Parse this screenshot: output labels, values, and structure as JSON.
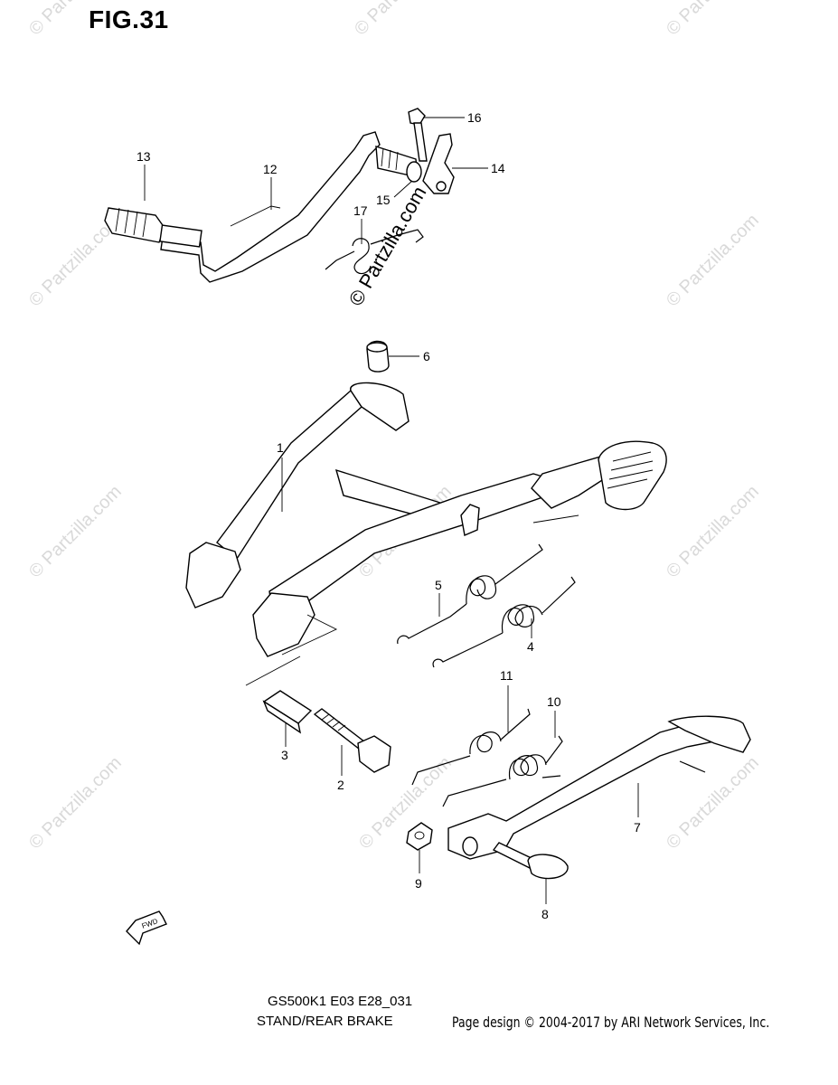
{
  "figure": {
    "title": "FIG.31"
  },
  "footer": {
    "code": "GS500K1 E03 E28_031",
    "section": "STAND/REAR BRAKE",
    "copyright": "Page design © 2004-2017 by ARI Network Services, Inc."
  },
  "watermark": {
    "text": "© Partzilla.com"
  },
  "fwd_label": "FWD",
  "callouts": [
    "1",
    "2",
    "3",
    "4",
    "5",
    "6",
    "7",
    "8",
    "9",
    "10",
    "11",
    "12",
    "13",
    "14",
    "15",
    "16",
    "17"
  ]
}
